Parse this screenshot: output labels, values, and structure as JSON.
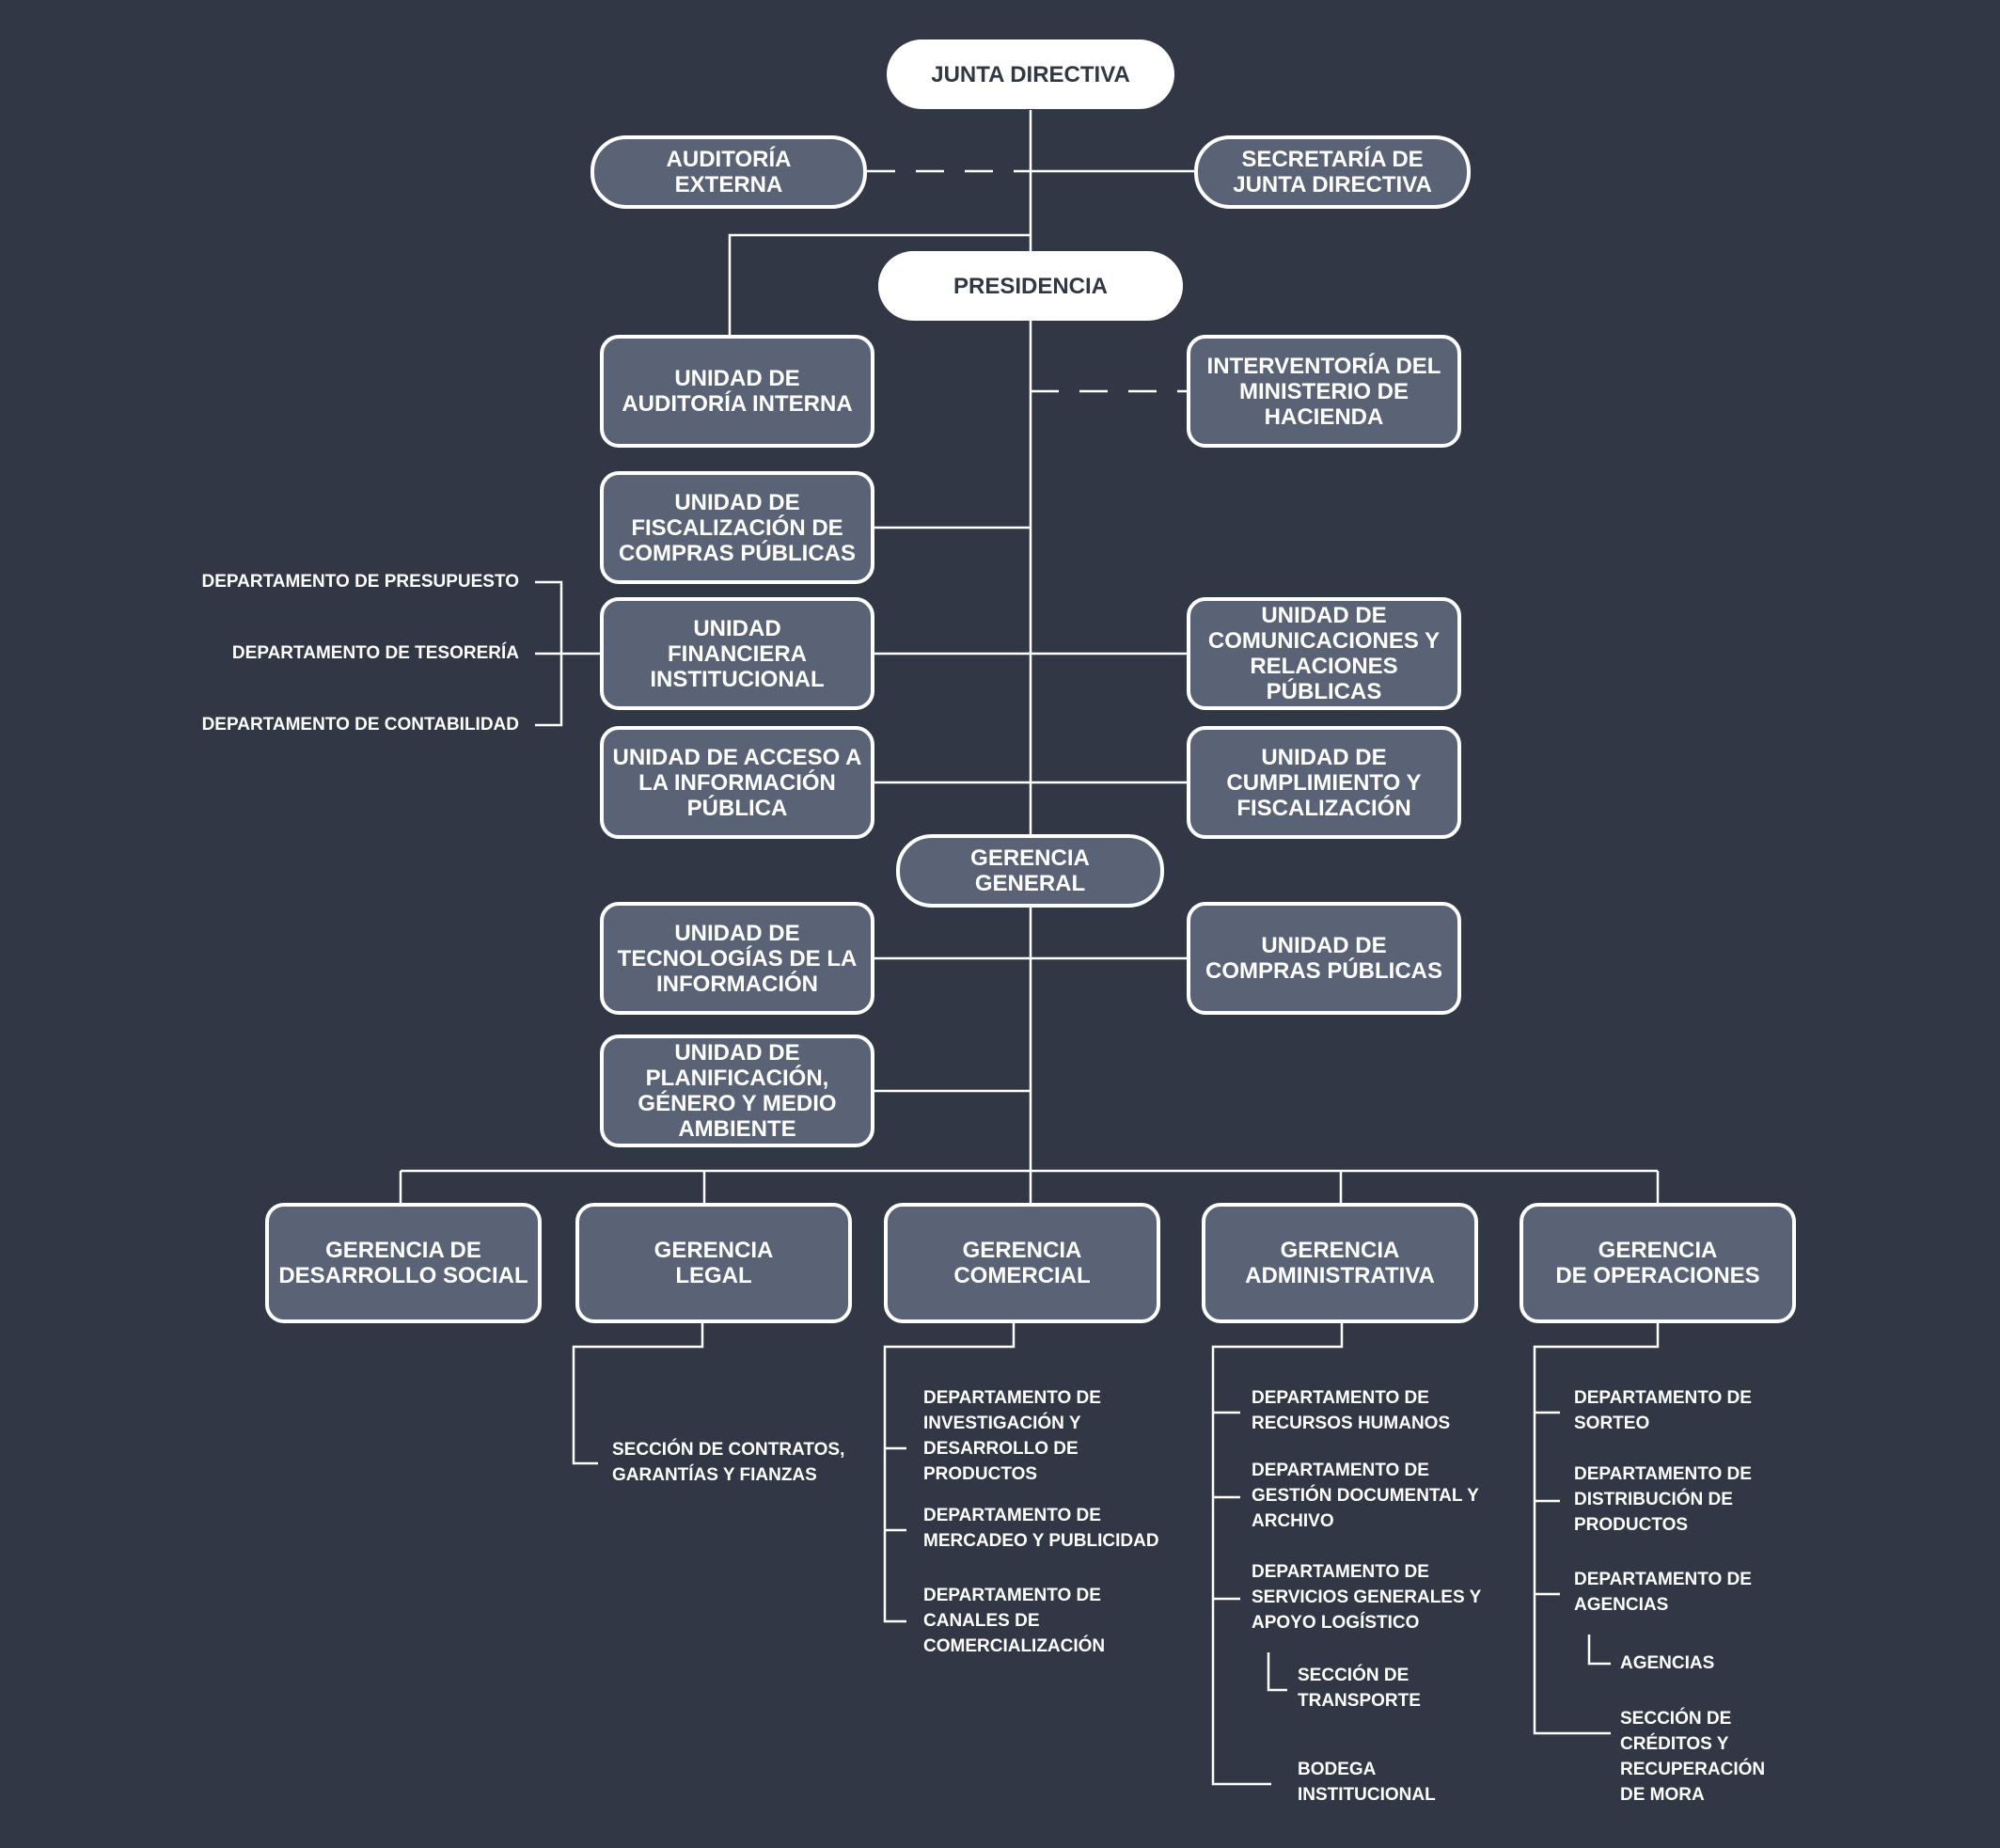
{
  "colors": {
    "background": "#313745",
    "box_fill": "#5a6375",
    "lines": "#ffffff"
  },
  "top": {
    "junta": "JUNTA DIRECTIVA",
    "auditoria_externa": "AUDITORÍA\nEXTERNA",
    "secretaria": "SECRETARÍA DE\nJUNTA DIRECTIVA",
    "presidencia": "PRESIDENCIA"
  },
  "units": {
    "auditoria_interna": "UNIDAD DE\nAUDITORÍA INTERNA",
    "interventoria": "INTERVENTORÍA DEL\nMINISTERIO DE\nHACIENDA",
    "fiscalizacion_compras": "UNIDAD DE\nFISCALIZACIÓN DE\nCOMPRAS PÚBLICAS",
    "financiera": "UNIDAD\nFINANCIERA\nINSTITUCIONAL",
    "comunicaciones": "UNIDAD DE\nCOMUNICACIONES Y\nRELACIONES PÚBLICAS",
    "acceso_info": "UNIDAD DE ACCESO A\nLA INFORMACIÓN\nPÚBLICA",
    "cumplimiento": "UNIDAD DE\nCUMPLIMIENTO Y\nFISCALIZACIÓN",
    "gerencia_general": "GERENCIA\nGENERAL",
    "tecnologias": "UNIDAD DE\nTECNOLOGÍAS DE LA\nINFORMACIÓN",
    "compras_publicas": "UNIDAD DE\nCOMPRAS PÚBLICAS",
    "planificacion": "UNIDAD DE\nPLANIFICACIÓN,\nGÉNERO Y MEDIO\nAMBIENTE"
  },
  "financiera_depts": {
    "presupuesto": "DEPARTAMENTO DE PRESUPUESTO",
    "tesoreria": "DEPARTAMENTO DE TESORERÍA",
    "contabilidad": "DEPARTAMENTO DE CONTABILIDAD"
  },
  "gerencias": {
    "desarrollo_social": "GERENCIA DE\nDESARROLLO SOCIAL",
    "legal": "GERENCIA\nLEGAL",
    "comercial": "GERENCIA\nCOMERCIAL",
    "administrativa": "GERENCIA\nADMINISTRATIVA",
    "operaciones": "GERENCIA\nDE OPERACIONES"
  },
  "legal_depts": {
    "contratos": "SECCIÓN DE CONTRATOS,\nGARANTÍAS Y FIANZAS"
  },
  "comercial_depts": {
    "investigacion": "DEPARTAMENTO DE\nINVESTIGACIÓN Y\nDESARROLLO DE\nPRODUCTOS",
    "mercadeo": "DEPARTAMENTO DE\nMERCADEO Y PUBLICIDAD",
    "canales": "DEPARTAMENTO DE\nCANALES DE\nCOMERCIALIZACIÓN"
  },
  "admin_depts": {
    "rrhh": "DEPARTAMENTO DE\nRECURSOS HUMANOS",
    "gestion_doc": "DEPARTAMENTO DE\nGESTIÓN  DOCUMENTAL Y\nARCHIVO",
    "servicios": "DEPARTAMENTO DE\nSERVICIOS GENERALES Y\nAPOYO LOGÍSTICO",
    "transporte": "SECCIÓN DE\nTRANSPORTE",
    "bodega": "BODEGA\nINSTITUCIONAL"
  },
  "operaciones_depts": {
    "sorteo": "DEPARTAMENTO DE\nSORTEO",
    "distribucion": "DEPARTAMENTO DE\nDISTRIBUCIÓN DE\nPRODUCTOS",
    "agencias_dept": "DEPARTAMENTO DE\nAGENCIAS",
    "agencias": "AGENCIAS",
    "creditos": "SECCIÓN DE\nCRÉDITOS Y\nRECUPERACIÓN\nDE MORA"
  }
}
